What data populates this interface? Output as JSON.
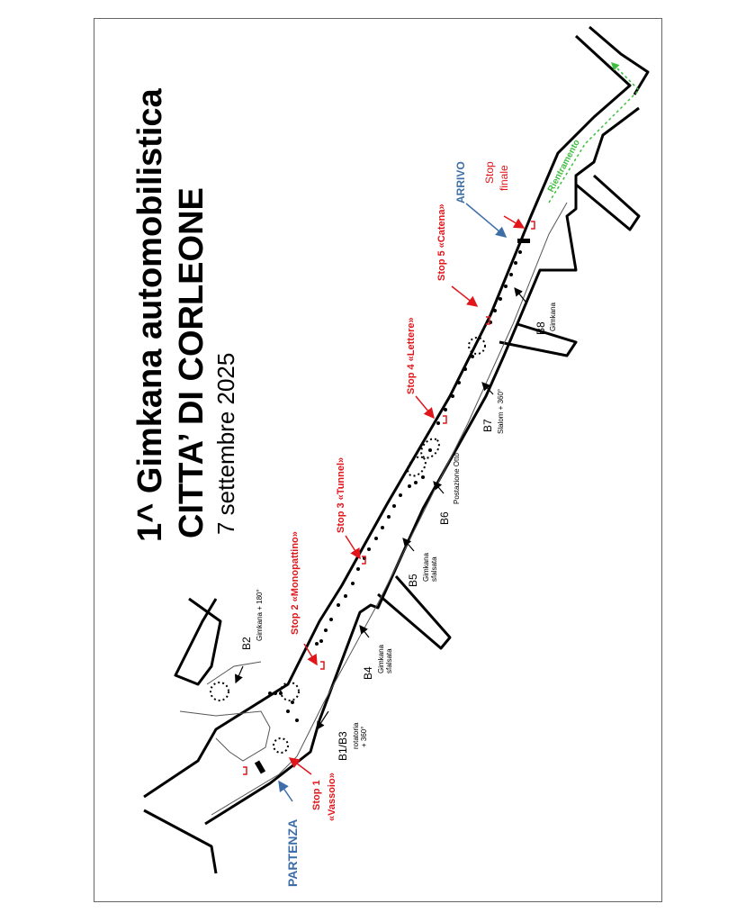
{
  "title": {
    "line1": "1^ Gimkana automobilistica",
    "line2": "CITTA’ DI CORLEONE",
    "date": "7 settembre 2025"
  },
  "colors": {
    "stop": "#e0161b",
    "start_finish": "#3e6ea8",
    "reentry": "#3fbf3f",
    "station": "#000000"
  },
  "markers": {
    "partenza": "PARTENZA",
    "arrivo": "ARRIVO",
    "rientramento": "Rientramento"
  },
  "stops": [
    {
      "line1": "Stop 1",
      "line2": "«Vassoio»"
    },
    {
      "line1": "Stop 2 «Monopattino»"
    },
    {
      "line1": "Stop 3 «Tunnel»"
    },
    {
      "line1": "Stop 4 «Lettere»"
    },
    {
      "line1": "Stop 5 «Catena»"
    },
    {
      "line1": "Stop",
      "line2": "finale"
    }
  ],
  "stations": [
    {
      "code": "B1/B3",
      "desc1": "rotatoria",
      "desc2": "+ 360°"
    },
    {
      "code": "B2",
      "desc1": "Gimkana + 180°"
    },
    {
      "code": "B4",
      "desc1": "Gimkana",
      "desc2": "sfalsata"
    },
    {
      "code": "B5",
      "desc1": "Gimkana",
      "desc2": "sfalsata"
    },
    {
      "code": "B6",
      "desc1": "Postazione Otto"
    },
    {
      "code": "B7",
      "desc1": "Slalom + 360°"
    },
    {
      "code": "B8",
      "desc1": "Gimkana"
    }
  ]
}
